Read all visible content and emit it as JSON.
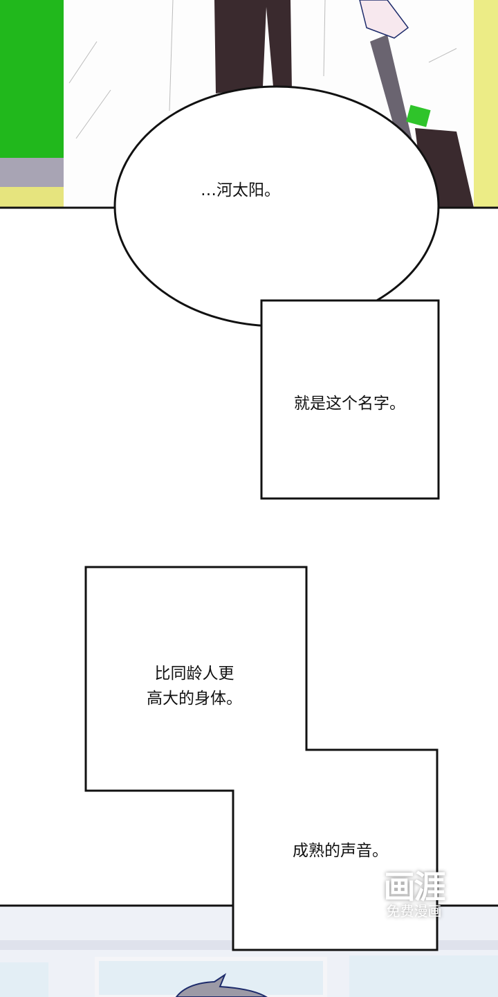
{
  "panels": {
    "bubble_1": {
      "text": "…河太阳。"
    },
    "caption_1": {
      "text": "就是这个名字。"
    },
    "caption_2": {
      "lines": [
        "比同龄人更",
        "高大的身体。"
      ]
    },
    "caption_3": {
      "text": "成熟的声音。"
    }
  },
  "watermark": {
    "logo": "画涯",
    "subtitle": "免费漫画"
  },
  "colors": {
    "green": "#21b81c",
    "yellow": "#ecec86",
    "tie": "#3a2a2e",
    "bottom_panel": "#e8eef6"
  }
}
